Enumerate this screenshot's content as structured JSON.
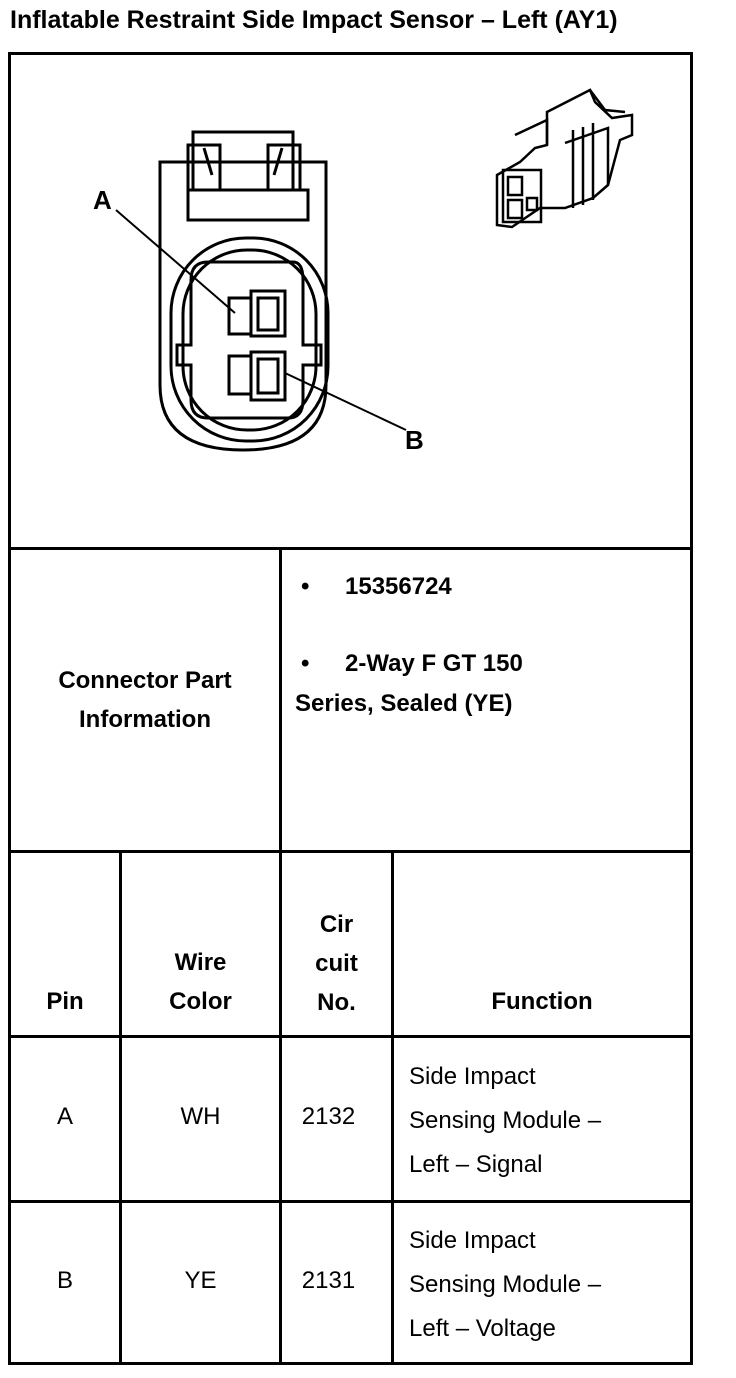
{
  "title": "Inflatable Restraint Side Impact Sensor – Left (AY1)",
  "diagram": {
    "label_a": "A",
    "label_b": "B"
  },
  "connector_info": {
    "label_line1": "Connector Part",
    "label_line2": "Information",
    "bullets": [
      {
        "marker": "•",
        "text": "15356724"
      },
      {
        "marker": "•",
        "text": "2-Way F GT 150",
        "continuation": "Series, Sealed (YE)"
      }
    ]
  },
  "table": {
    "headers": {
      "pin": "Pin",
      "wire_color_1": "Wire",
      "wire_color_2": "Color",
      "circuit_1": "Cir",
      "circuit_2": "cuit",
      "circuit_3": "No.",
      "function": "Function"
    },
    "rows": [
      {
        "pin": "A",
        "wire_color": "WH",
        "circuit": "2132",
        "function_lines": [
          "Side Impact",
          "Sensing Module –",
          "Left – Signal"
        ]
      },
      {
        "pin": "B",
        "wire_color": "YE",
        "circuit": "2131",
        "function_lines": [
          "Side Impact",
          "Sensing Module –",
          "Left – Voltage"
        ]
      }
    ]
  }
}
